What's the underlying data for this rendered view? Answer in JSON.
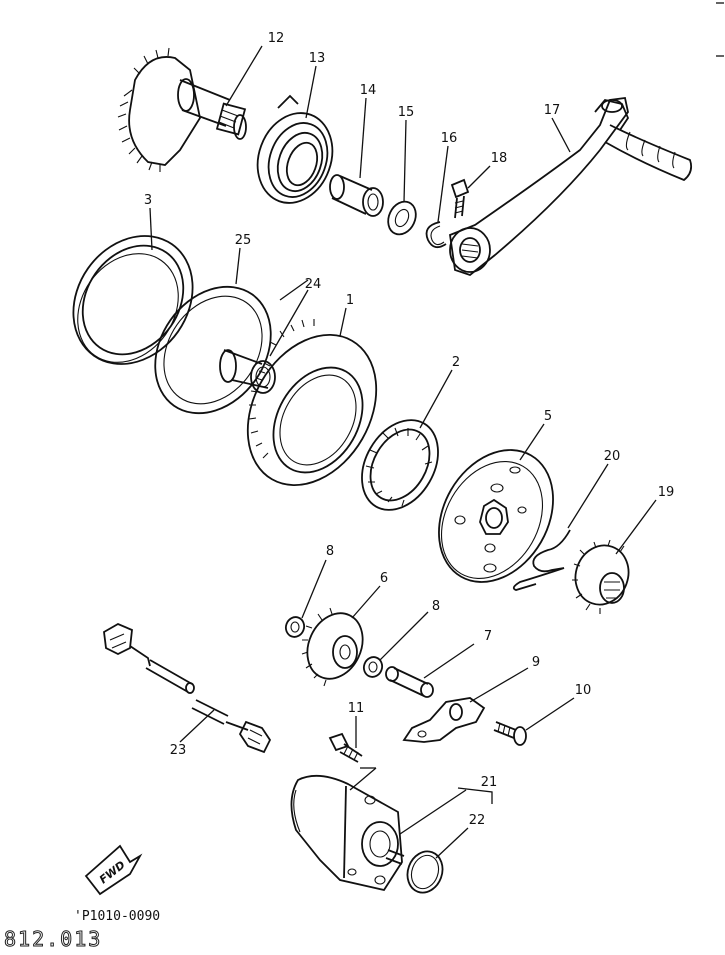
{
  "diagram": {
    "part_numbers": [
      "1",
      "2",
      "3",
      "5",
      "6",
      "7",
      "8",
      "8",
      "9",
      "10",
      "11",
      "12",
      "13",
      "14",
      "15",
      "16",
      "17",
      "18",
      "19",
      "20",
      "21",
      "22",
      "23",
      "24",
      "25"
    ],
    "fwd_label": "FWD",
    "drawing_code": "'P1010-0090",
    "footer_code": "812.013"
  }
}
